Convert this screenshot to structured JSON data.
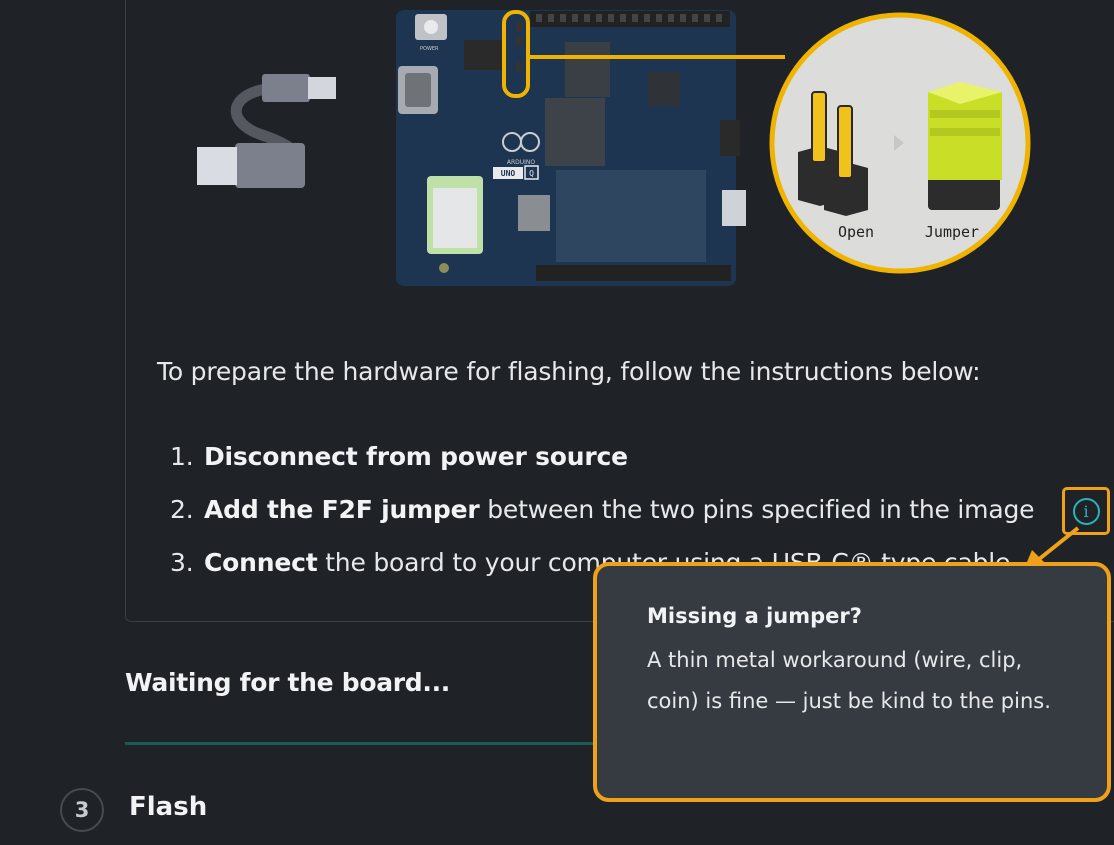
{
  "illustration": {
    "board_name": "UNO",
    "board_badge": "Q",
    "board_logo_text": "ARDUINO",
    "power_label": "POWER",
    "label_open": "Open",
    "label_jumper": "Jumper"
  },
  "intro_text": "To prepare the hardware for flashing, follow the instructions below:",
  "steps": [
    {
      "num": "1.",
      "bold": "Disconnect from power source",
      "rest": ""
    },
    {
      "num": "2.",
      "bold": "Add the F2F jumper",
      "rest": " between the two pins specified in the image"
    },
    {
      "num": "3.",
      "bold": "Connect",
      "rest": " the board to your computer using a USB-C® type cable"
    }
  ],
  "info_icon": "info-icon",
  "tooltip": {
    "title": "Missing a jumper?",
    "body": "A thin metal workaround (wire, clip, coin) is fine — just be kind to the pins."
  },
  "status_text": "Waiting for the board...",
  "next_step": {
    "number": "3",
    "title": "Flash"
  },
  "colors": {
    "background": "#1f2328",
    "highlight": "#f0a11a",
    "info": "#2bb3b8",
    "progress": "#1d5a52",
    "jumper": "#d4ec3a"
  }
}
